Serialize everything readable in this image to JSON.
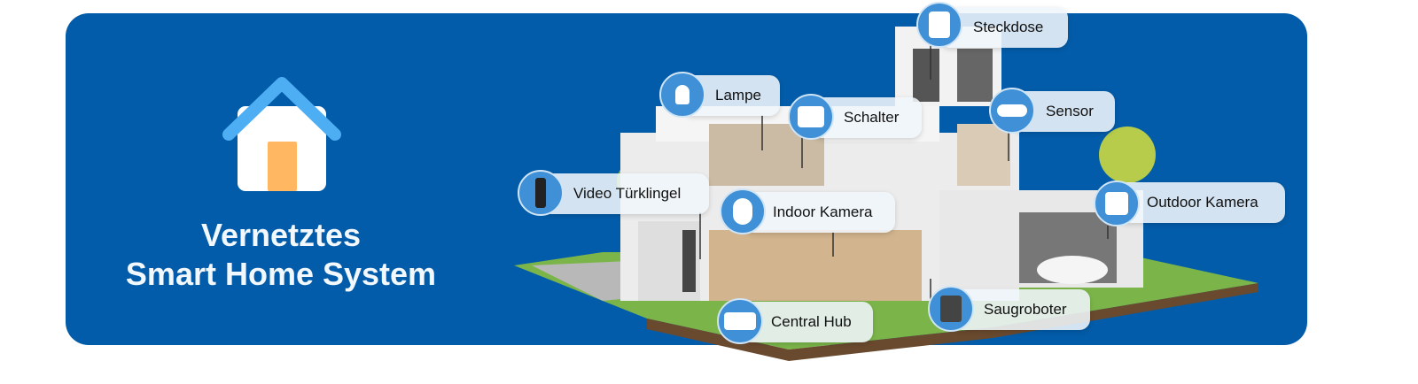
{
  "title": {
    "line1": "Vernetztes",
    "line2": "Smart Home System"
  },
  "colors": {
    "banner": "#035ca9",
    "roof": "#4eaef3",
    "door": "#ffb761",
    "badge": "#3f90d6"
  },
  "devices": [
    {
      "label": "Steckdose",
      "icon": "smart-plug-icon"
    },
    {
      "label": "Lampe",
      "icon": "bulb-icon"
    },
    {
      "label": "Schalter",
      "icon": "switch-icon"
    },
    {
      "label": "Sensor",
      "icon": "sensor-icon"
    },
    {
      "label": "Video Türklingel",
      "icon": "doorbell-icon"
    },
    {
      "label": "Indoor Kamera",
      "icon": "indoor-camera-icon"
    },
    {
      "label": "Outdoor Kamera",
      "icon": "outdoor-camera-icon"
    },
    {
      "label": "Central Hub",
      "icon": "hub-icon"
    },
    {
      "label": "Saugroboter",
      "icon": "robot-vacuum-icon"
    }
  ]
}
